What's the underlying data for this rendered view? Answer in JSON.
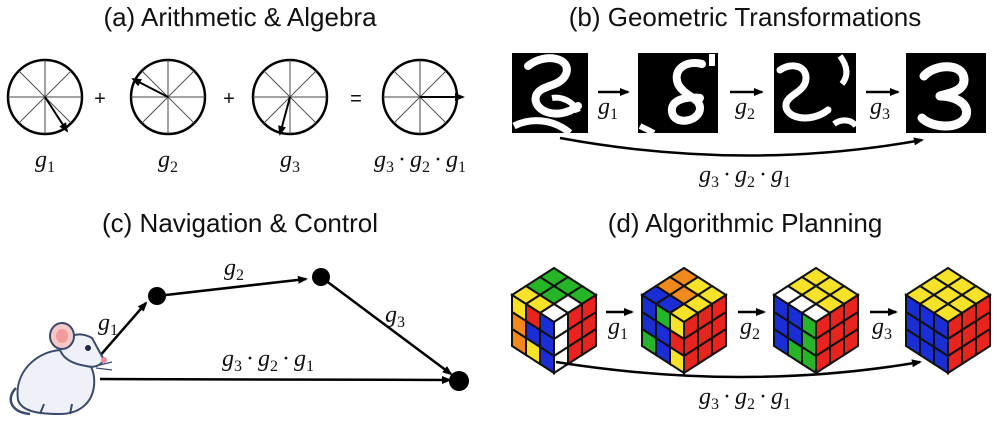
{
  "panels": {
    "a": {
      "title": "(a) Arithmetic & Algebra"
    },
    "b": {
      "title": "(b) Geometric Transformations"
    },
    "c": {
      "title": "(c) Navigation & Control"
    },
    "d": {
      "title": "(d) Algorithmic Planning"
    }
  },
  "arith": {
    "plus1": "+",
    "plus2": "+",
    "equals": "=",
    "clock_labels": [
      "g1",
      "g2",
      "g3",
      "g3 · g2 · g1"
    ]
  },
  "symbols": {
    "g": "g",
    "sub1": "1",
    "sub2": "2",
    "sub3": "3",
    "dot": "·"
  },
  "colors": {
    "cube_yellow": "#f7e22a",
    "cube_red": "#e8241e",
    "cube_blue": "#1b2ed6",
    "cube_green": "#26b526",
    "cube_orange": "#f08a1c",
    "cube_white": "#ffffff"
  }
}
